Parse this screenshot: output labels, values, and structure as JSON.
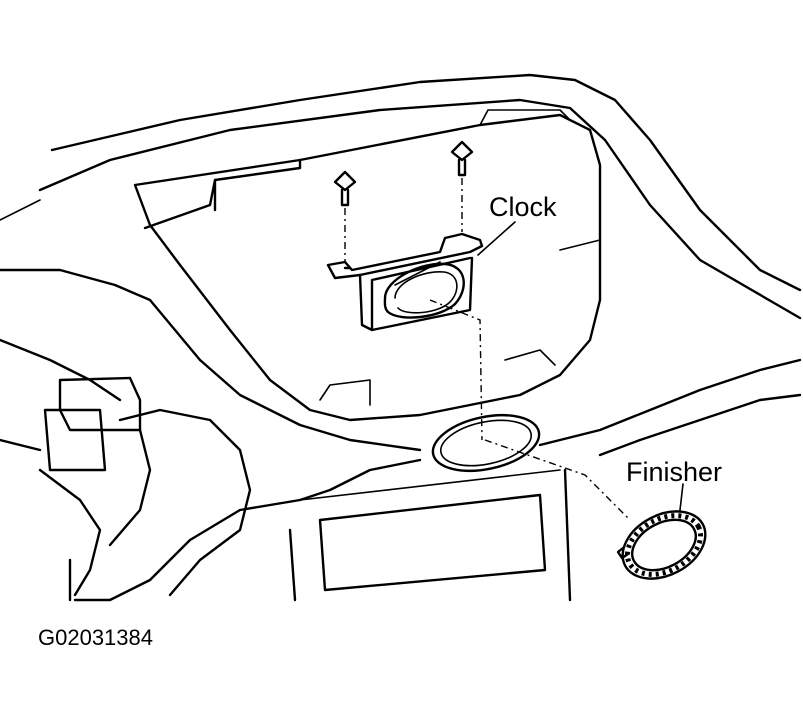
{
  "labels": {
    "clock": "Clock",
    "finisher": "Finisher",
    "figure_code": "G02031384"
  }
}
